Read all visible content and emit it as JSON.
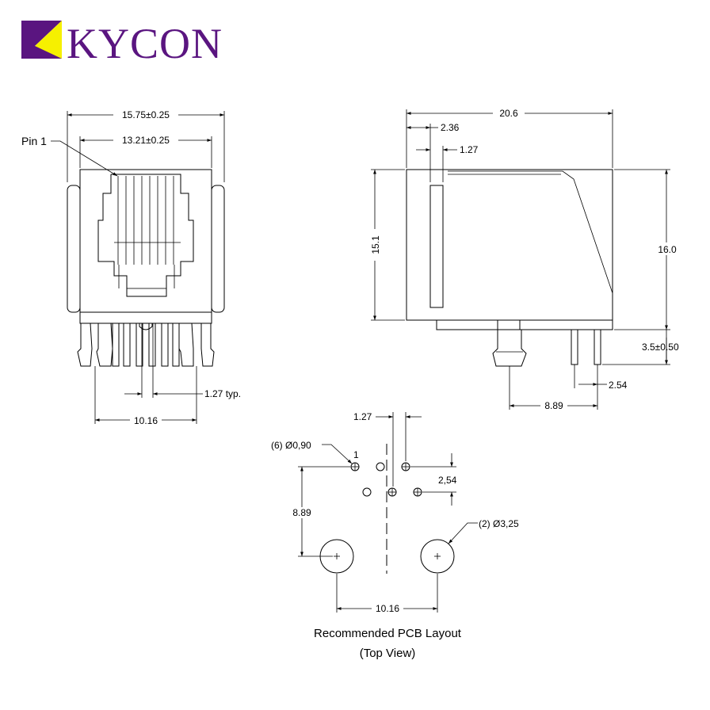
{
  "brand": {
    "name": "KYCON",
    "colors": {
      "purple": "#5a1580",
      "yellow": "#f6f000"
    }
  },
  "front_view": {
    "width_overall": "15.75±0.25",
    "width_opening": "13.21±0.25",
    "pin1_label": "Pin 1",
    "pitch": "1.27 typ.",
    "post_spacing": "10.16"
  },
  "side_view": {
    "depth": "20.6",
    "offset_a": "2.36",
    "offset_b": "1.27",
    "height_body": "15.1",
    "height_total": "16.0",
    "pin_length": "3.5±0.50",
    "pin_row": "2.54",
    "post_offset": "8.89"
  },
  "pcb_layout": {
    "pitch_x": "1.27",
    "small_holes": "(6) Ø0,90",
    "pin1_marker": "1",
    "row_spacing": "2,54",
    "post_offset": "8.89",
    "large_holes": "(2) Ø3,25",
    "post_spacing": "10.16",
    "caption_line1": "Recommended PCB Layout",
    "caption_line2": "(Top View)"
  }
}
